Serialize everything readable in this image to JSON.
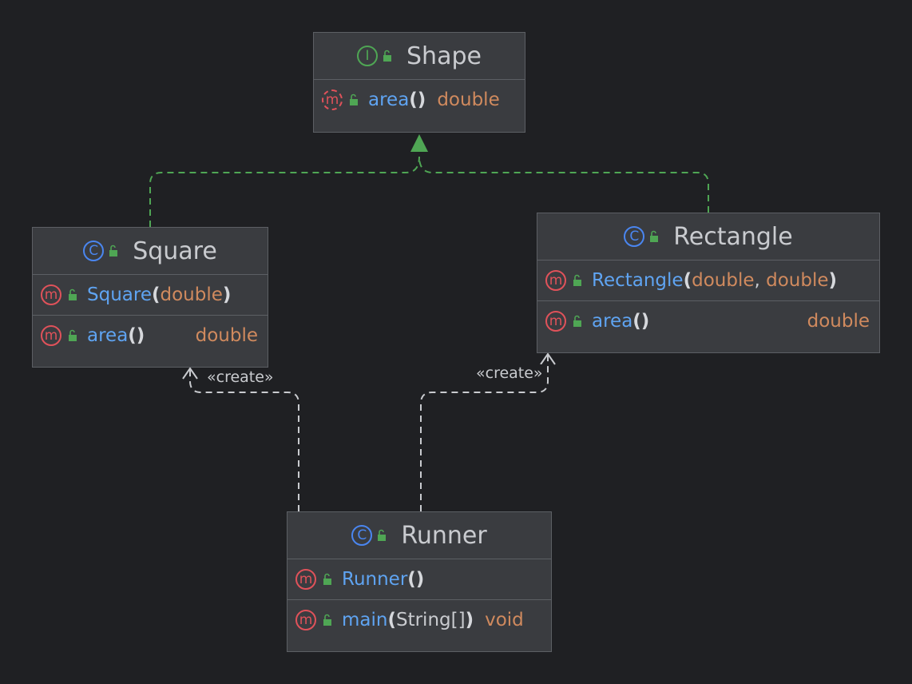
{
  "diagram": {
    "nodes": {
      "shape": {
        "kind_icon": "interface-icon",
        "kind_letter": "I",
        "title": "Shape",
        "members": [
          {
            "kind": "abstract-method",
            "letter": "m",
            "name": "area",
            "params": [],
            "return": "double"
          }
        ]
      },
      "square": {
        "kind_icon": "class-icon",
        "kind_letter": "C",
        "title": "Square",
        "members": [
          {
            "kind": "method",
            "letter": "m",
            "name": "Square",
            "params": [
              "double"
            ],
            "return": ""
          },
          {
            "kind": "method",
            "letter": "m",
            "name": "area",
            "params": [],
            "return": "double"
          }
        ]
      },
      "rectangle": {
        "kind_icon": "class-icon",
        "kind_letter": "C",
        "title": "Rectangle",
        "members": [
          {
            "kind": "method",
            "letter": "m",
            "name": "Rectangle",
            "params": [
              "double",
              "double"
            ],
            "return": ""
          },
          {
            "kind": "method",
            "letter": "m",
            "name": "area",
            "params": [],
            "return": "double"
          }
        ]
      },
      "runner": {
        "kind_icon": "class-icon",
        "kind_letter": "C",
        "title": "Runner",
        "members": [
          {
            "kind": "method",
            "letter": "m",
            "name": "Runner",
            "params": [],
            "return": ""
          },
          {
            "kind": "method",
            "letter": "m",
            "name": "main",
            "params": [
              "String[]"
            ],
            "return": "void"
          }
        ]
      }
    },
    "edges": [
      {
        "from": "square",
        "to": "shape",
        "type": "realization",
        "label": ""
      },
      {
        "from": "rectangle",
        "to": "shape",
        "type": "realization",
        "label": ""
      },
      {
        "from": "runner",
        "to": "square",
        "type": "dependency",
        "label": "«create»"
      },
      {
        "from": "runner",
        "to": "rectangle",
        "type": "dependency",
        "label": "«create»"
      }
    ],
    "colors": {
      "background": "#1f2023",
      "node_fill": "#3a3c40",
      "node_border": "#5c5f64",
      "realization_edge": "#4fa654",
      "dependency_edge": "#c9cbcf",
      "method_name": "#5fa4f2",
      "type_name": "#d08a5e"
    }
  }
}
